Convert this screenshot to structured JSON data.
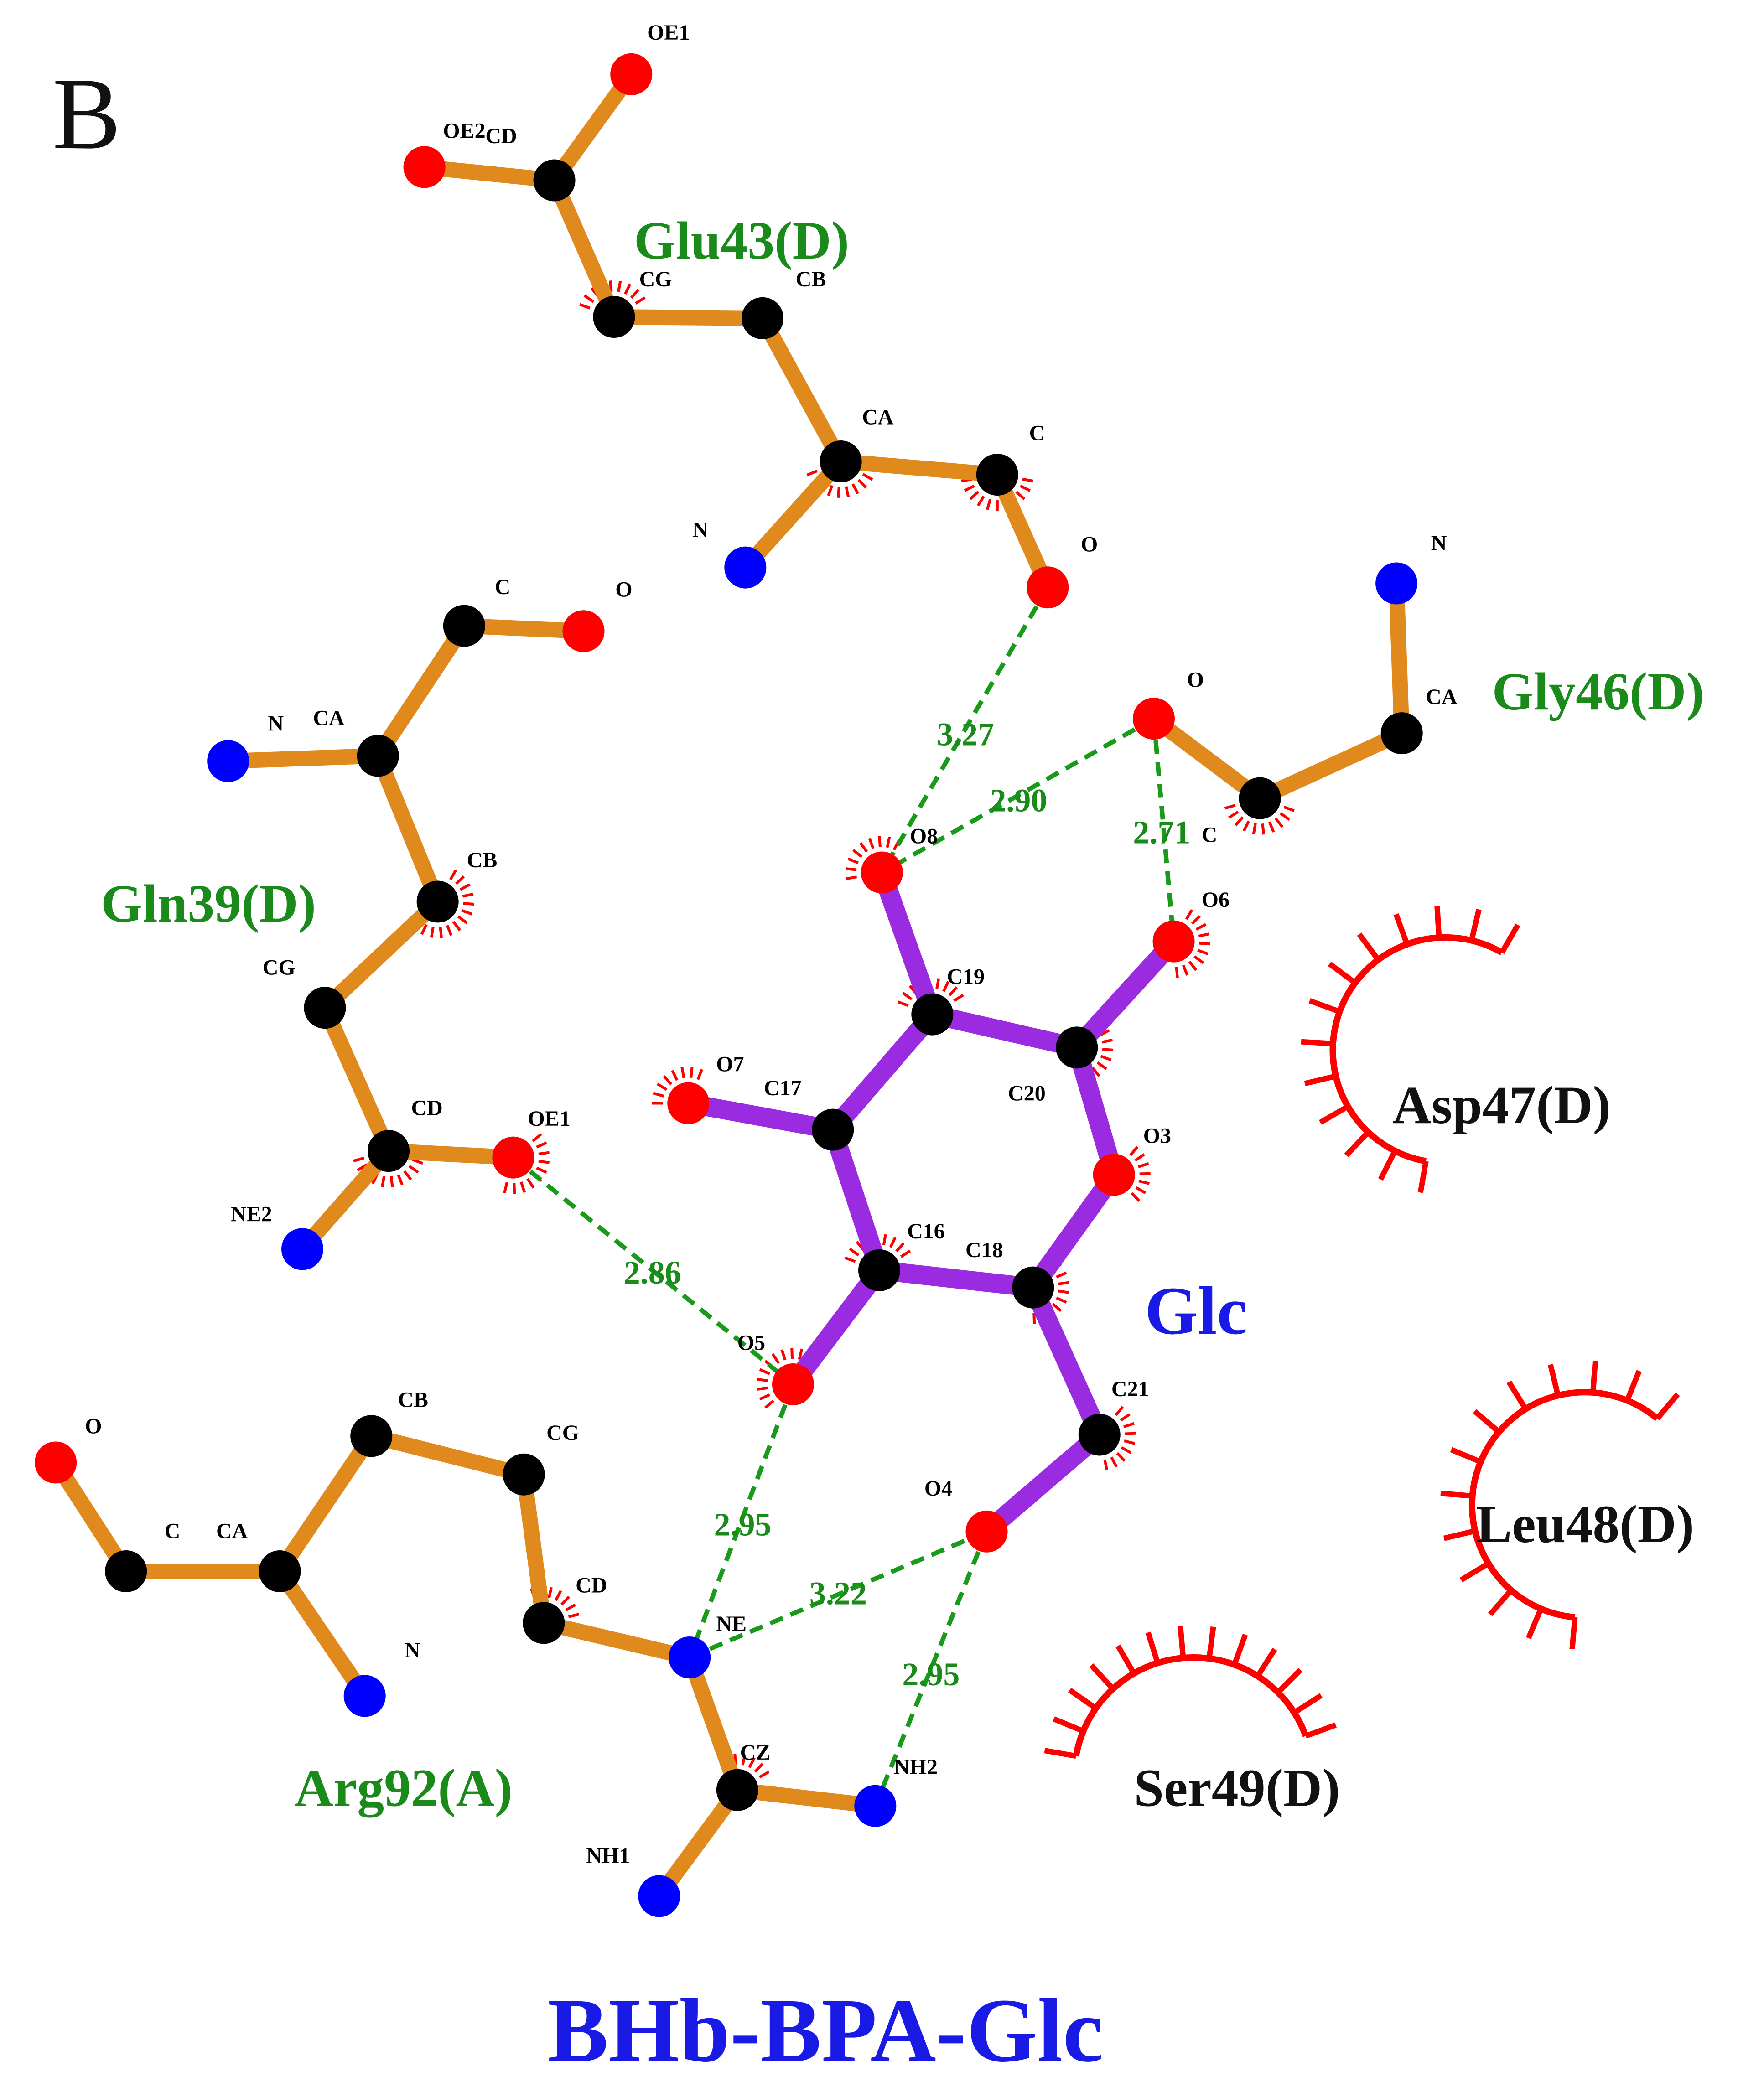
{
  "panel_label": "B",
  "title": "BHb-BPA-Glc",
  "ligand_label": "Glc",
  "colors": {
    "residue_bond": "#e08a1e",
    "ligand_bond": "#9a2be0",
    "hbond": "#1a9a1a",
    "carbon": "#000000",
    "oxygen": "#ff0000",
    "nitrogen": "#0000ff",
    "hydrophobic": "#ff0000",
    "residue_label": "#1a8a1a",
    "ligand_label": "#1a1ae6",
    "title": "#1a1ae6",
    "distance_label": "#1a8a1a"
  },
  "residues": [
    {
      "name": "Glu43(D)",
      "atoms": [
        "OE1",
        "OE2",
        "CD",
        "CG",
        "CB",
        "CA",
        "C",
        "N",
        "O"
      ]
    },
    {
      "name": "Gln39(D)",
      "atoms": [
        "C",
        "O",
        "N",
        "CA",
        "CB",
        "CG",
        "CD",
        "OE1",
        "NE2"
      ]
    },
    {
      "name": "Gly46(D)",
      "atoms": [
        "N",
        "CA",
        "O",
        "C"
      ]
    },
    {
      "name": "Arg92(A)",
      "atoms": [
        "O",
        "C",
        "CA",
        "CB",
        "CG",
        "CD",
        "N",
        "NE",
        "CZ",
        "NH1",
        "NH2"
      ]
    }
  ],
  "ligand_atoms": [
    "O8",
    "O6",
    "C19",
    "C20",
    "O7",
    "C17",
    "O3",
    "C16",
    "C18",
    "O5",
    "C21",
    "O4"
  ],
  "hydrophobic_contacts": [
    "Asp47(D)",
    "Leu48(D)",
    "Ser49(D)"
  ],
  "hbonds": [
    {
      "from": "Glu43(D) O",
      "to": "O8",
      "distance": "3.27"
    },
    {
      "from": "Gly46(D) O",
      "to": "O8",
      "distance": "2.90"
    },
    {
      "from": "Gly46(D) O",
      "to": "O6",
      "distance": "2.71"
    },
    {
      "from": "Gln39(D) OE1",
      "to": "O5",
      "distance": "2.86"
    },
    {
      "from": "O5",
      "to": "Arg92(A) NE",
      "distance": "2.95"
    },
    {
      "from": "Arg92(A) NE",
      "to": "O4",
      "distance": "3.22"
    },
    {
      "from": "O4",
      "to": "Arg92(A) NH2",
      "distance": "2.95"
    }
  ]
}
